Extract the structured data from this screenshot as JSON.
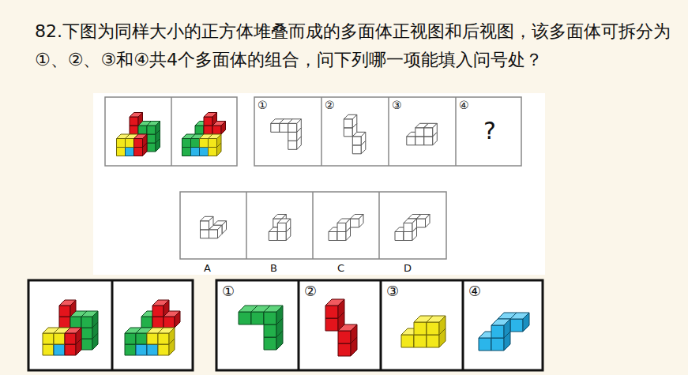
{
  "diagram": {
    "title": "82.下图为同样大小的正方体堆叠而成的多面体正视图和后视图，该多面体可拆分为①、②、③和④共4个多面体的组合，问下列哪一项能填入问号处？",
    "labels": [
      "①",
      "②",
      "③",
      "④",
      "?",
      "A",
      "B",
      "C",
      "D",
      "①",
      "②",
      "③",
      "④"
    ]
  }
}
